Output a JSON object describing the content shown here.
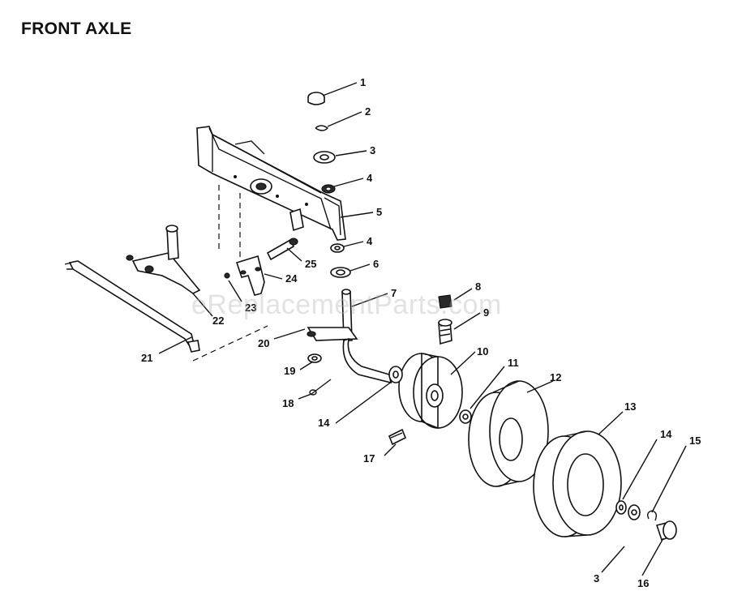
{
  "title": "FRONT AXLE",
  "watermark": "eReplacementParts.com",
  "callouts": [
    "1",
    "2",
    "3",
    "4",
    "5",
    "4",
    "6",
    "7",
    "8",
    "9",
    "10",
    "11",
    "12",
    "13",
    "14",
    "15",
    "3",
    "16",
    "17",
    "14",
    "18",
    "19",
    "20",
    "21",
    "22",
    "23",
    "24",
    "25"
  ]
}
